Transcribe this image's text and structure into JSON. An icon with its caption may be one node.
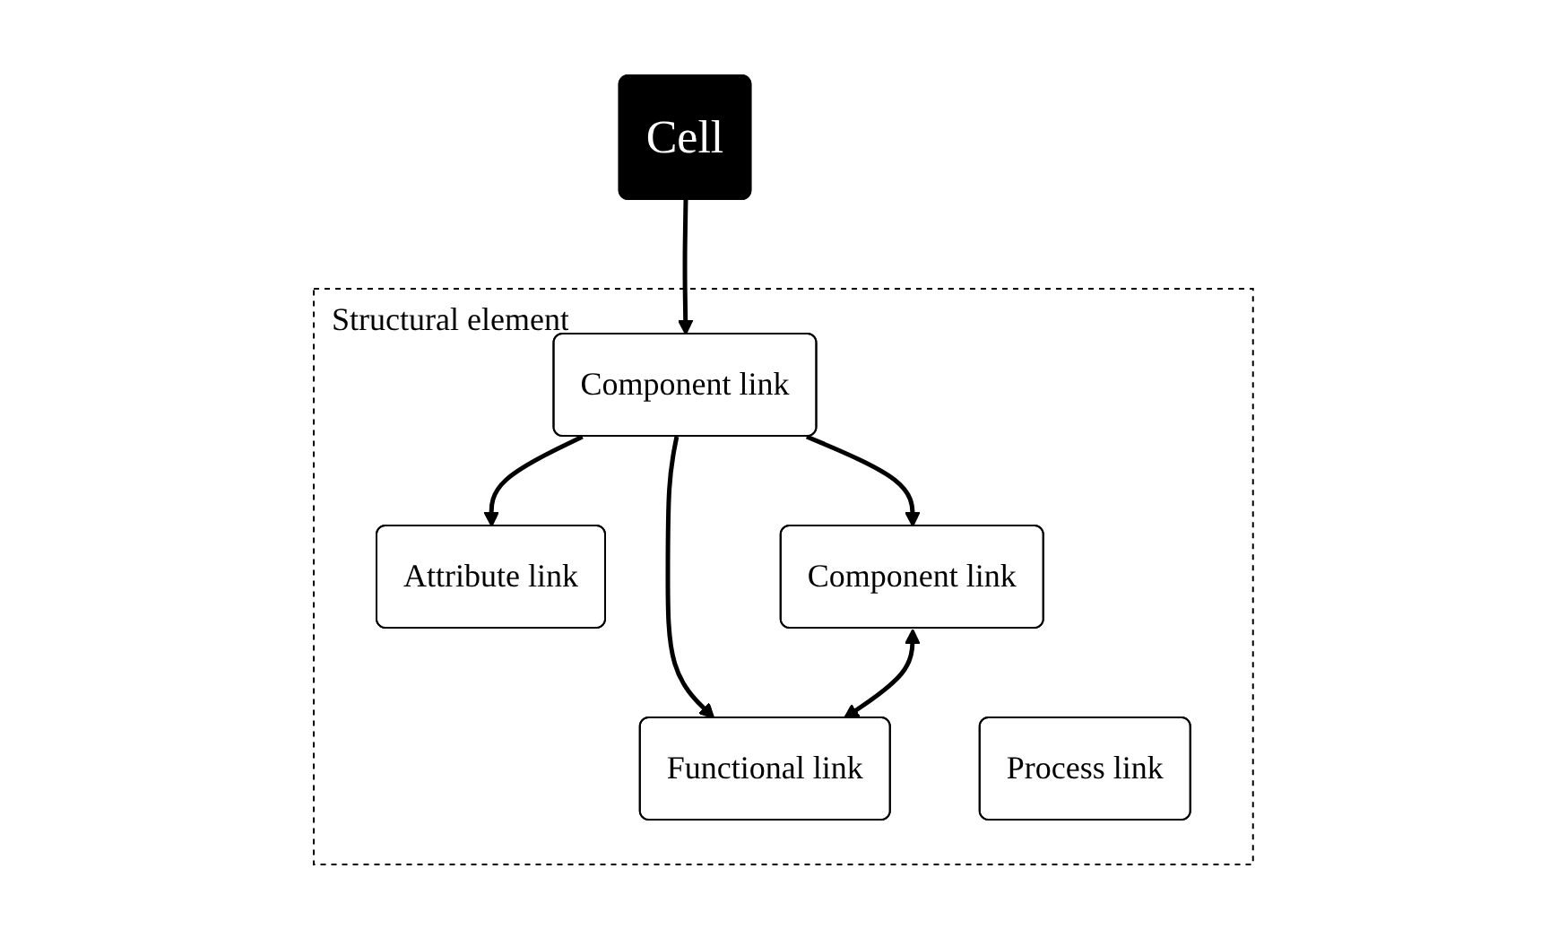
{
  "diagram": {
    "nodes": [
      {
        "text": [
          "Structural element"
        ]
      },
      {
        "text": [
          "Cell"
        ]
      },
      {
        "text": [
          "Component link"
        ],
        "in": 0
      },
      {
        "text": [
          "Attribute link"
        ],
        "in": 0
      },
      {
        "text": [
          "Component link"
        ],
        "in": 0
      },
      {
        "text": [
          "Functional link"
        ],
        "in": 0
      },
      {
        "text": [
          "Process link"
        ],
        "in": 0
      }
    ],
    "edges": [
      {
        "from": 1,
        "to": 2,
        "arrow": "to"
      },
      {
        "from": 2,
        "to": 3,
        "arrow": "to"
      },
      {
        "from": 2,
        "to": 4,
        "arrow": "to"
      },
      {
        "from": 2,
        "to": 5,
        "arrow": "to"
      },
      {
        "from": 4,
        "to": 5,
        "arrow": "both"
      }
    ]
  }
}
